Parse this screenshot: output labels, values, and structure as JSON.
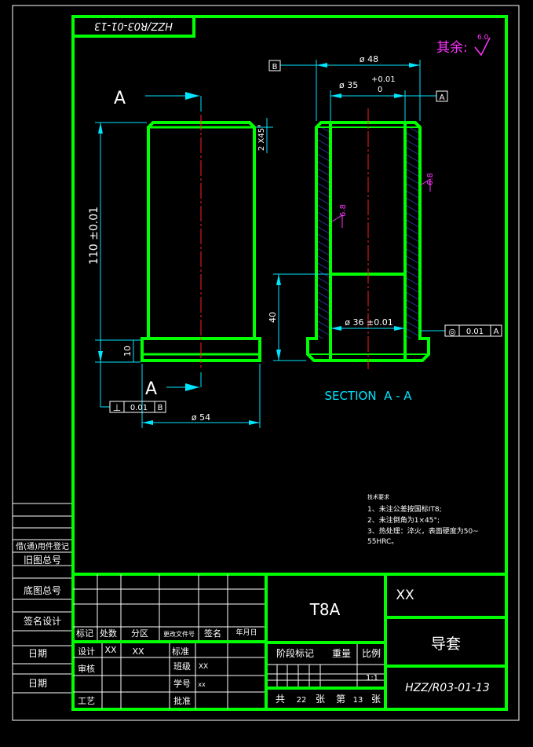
{
  "colors": {
    "frame": "#00ff00",
    "outer_frame": "#ffffff",
    "dimension": "#00e5ff",
    "center_line": "#ff2020",
    "annotation": "#ff33ff",
    "text": "#ffffff"
  },
  "drawing_code_mirrored": "HZZ/R03-01-13",
  "roughness_note": {
    "prefix": "其余:",
    "value": "6.0"
  },
  "datum_b": "B",
  "datum_a": "A",
  "dims": {
    "outer_dia": "ø 48",
    "inner_dia": "ø 35",
    "inner_tol_upper": "+0.01",
    "inner_tol_lower": "0",
    "chamfer": "2 X45°",
    "length": "110 ±0.01",
    "flange": "10",
    "step_depth": "40",
    "bore_dia": "ø 36 ±0.01",
    "flange_dia": "ø 54"
  },
  "roughness_marks": [
    "6.8",
    "6.8"
  ],
  "section_label_left": "A",
  "section_label_right": "A",
  "section_title": "SECTION  A - A",
  "tolerance_frames": {
    "perpendicularity": {
      "symbol": "⊥",
      "value": "0.01",
      "datum": "B"
    },
    "concentricity": {
      "symbol": "◎",
      "value": "0.01",
      "datum": "A"
    }
  },
  "tech_requirements": {
    "title": "技术要求",
    "items": [
      "1、未注公差按国标IT8;",
      "2、未注倒角为1×45°;",
      "3、热处理：淬火，表面硬度为50~",
      "55HRC。"
    ]
  },
  "side_labels": [
    "借(通)用件登记",
    "旧图总号",
    "底图总号",
    "签名设计",
    "日期",
    "日期"
  ],
  "title_block": {
    "material": "T8A",
    "company": "XX",
    "part_name": "导套",
    "drawing_code": "HZZ/R03-01-13",
    "header_cols": [
      "标记",
      "处数",
      "分区",
      "更改文件号",
      "签名",
      "年月日"
    ],
    "rows": [
      {
        "role": "设计",
        "name": "XX",
        "date": "XX",
        "role2": "标准"
      },
      {
        "role": "审核",
        "role2": "班级",
        "value2": "XX"
      },
      {
        "role2": "学号",
        "value2": "xx"
      },
      {
        "role": "工艺",
        "role2": "批准"
      }
    ],
    "stage_label": "阶段标记",
    "weight_label": "重量",
    "scale_label": "比例",
    "scale_value": "1:1",
    "sheets": {
      "total_prefix": "共",
      "total": "22",
      "total_suffix": "张",
      "current_prefix": "第",
      "current": "13",
      "current_suffix": "张"
    }
  }
}
